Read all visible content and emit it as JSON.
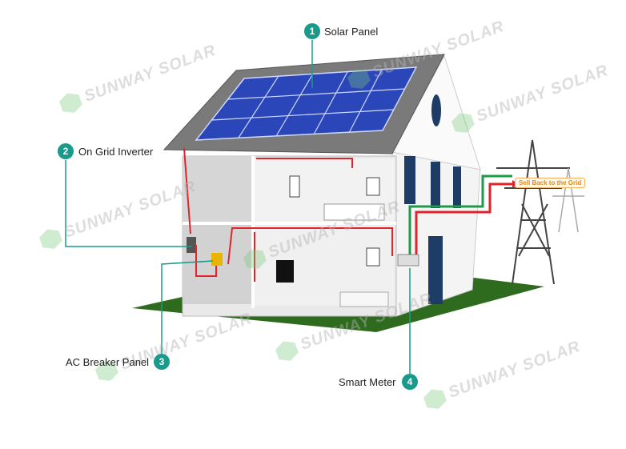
{
  "labels": [
    {
      "num": "1",
      "text": "Solar Panel"
    },
    {
      "num": "2",
      "text": "On Grid Inverter"
    },
    {
      "num": "3",
      "text": "AC Breaker Panel"
    },
    {
      "num": "4",
      "text": "Smart Meter"
    }
  ],
  "grid_label": "Sell Back to the Grid",
  "watermark": "SUNWAY SOLAR",
  "colors": {
    "accent": "#1a9a8a",
    "ground": "#2e6b1f",
    "panel": "#2a46b8",
    "wire_red": "#e0242c",
    "wire_green": "#1f9a4a"
  }
}
